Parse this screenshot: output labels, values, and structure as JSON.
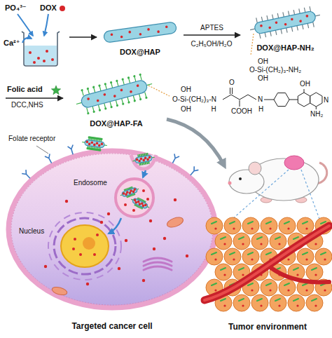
{
  "diagram": {
    "nodes": [
      {
        "text": [
          "PO₄³⁻",
          "Ca²⁺",
          "DOX"
        ]
      },
      {
        "text": [
          "DOX@HAP"
        ]
      },
      {
        "text": [
          "DOX@HAP-NH₂"
        ]
      },
      {
        "text": [
          "DOX@HAP-FA"
        ]
      },
      {
        "text": [
          "Targeted cancer cell"
        ]
      },
      {
        "text": [
          "Endosome"
        ],
        "in": 4
      },
      {
        "text": [
          "Nucleus"
        ],
        "in": 4
      },
      {
        "text": [
          "Tumor environment"
        ]
      }
    ],
    "edges": [
      {
        "from": 0,
        "to": 1,
        "arrow": "to"
      },
      {
        "from": 1,
        "to": 2,
        "label": "APTES",
        "arrow": "to"
      }
    ],
    "labels": [
      "C₂H₅OH/H₂O",
      "OH",
      "O-Si-(CH₂)₃-NH₂",
      "OH",
      "Folic acid",
      "DCC,NHS",
      "OH",
      "O-Si-(CH₂)₃-N",
      "OH",
      "H",
      "O",
      "COOH",
      "N",
      "H",
      "OH",
      "N",
      "NH₂",
      "Folate receptor"
    ]
  }
}
